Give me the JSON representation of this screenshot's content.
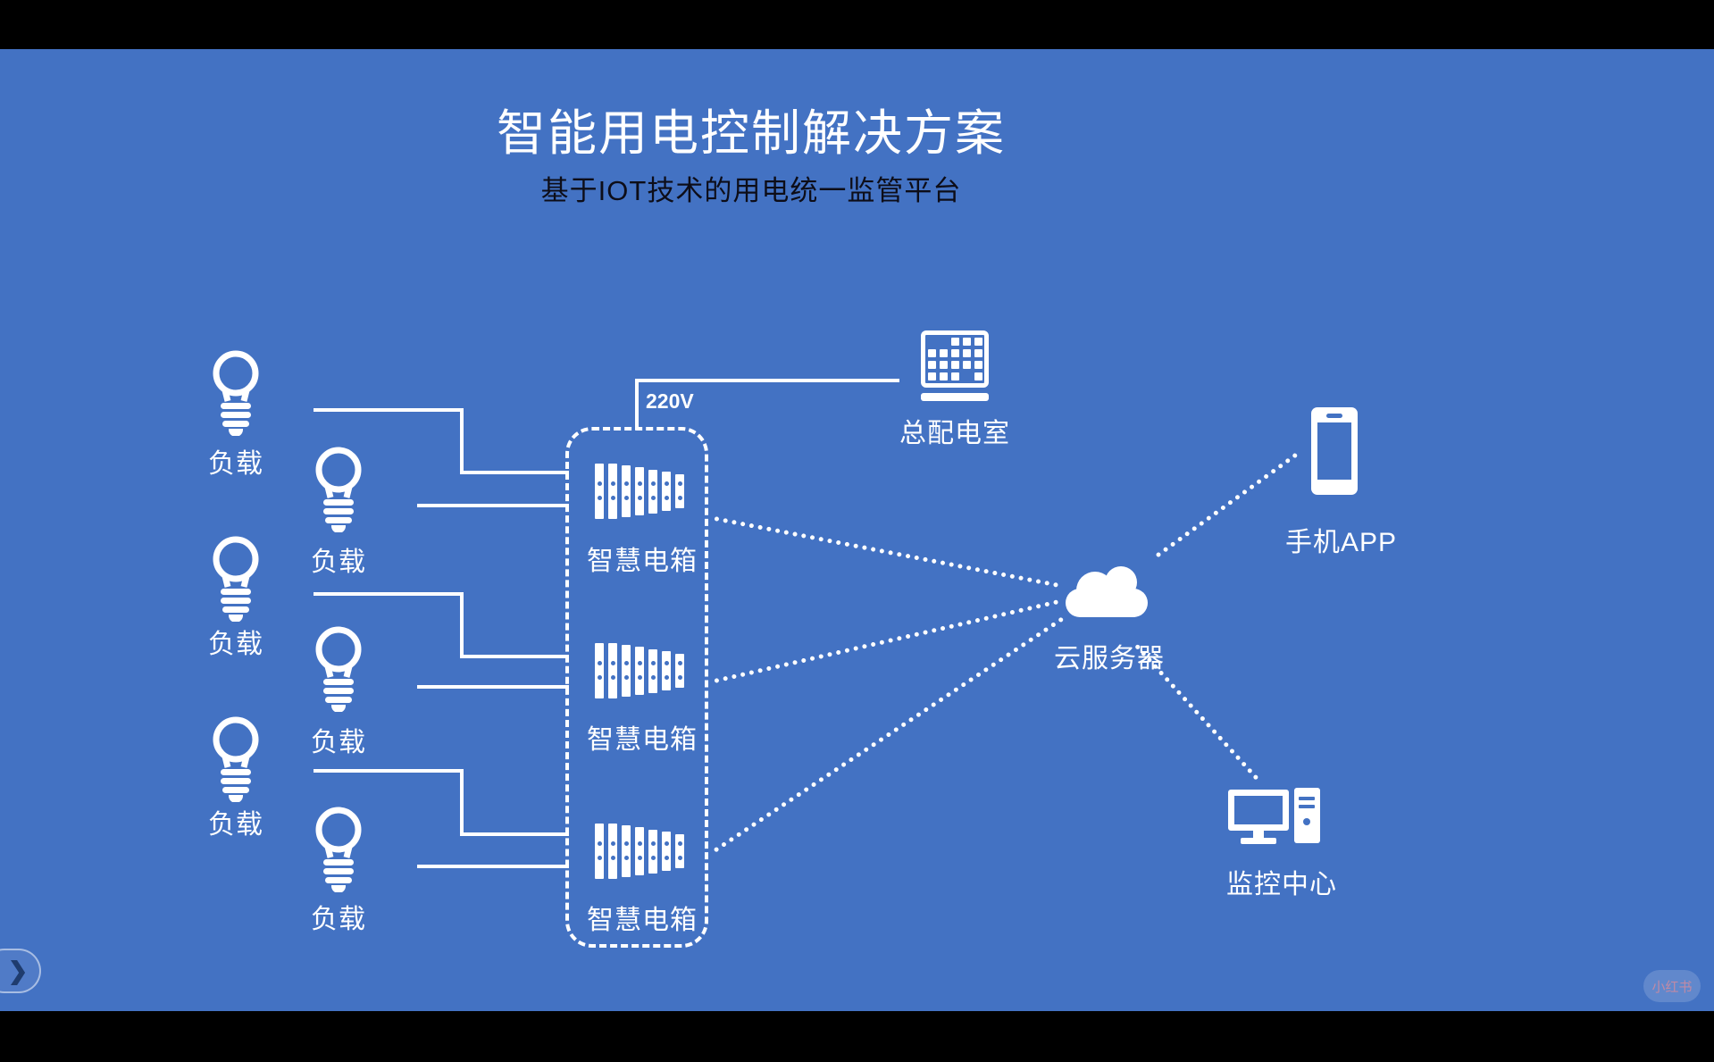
{
  "slide": {
    "title": "智能用电控制解决方案",
    "subtitle": "基于IOT技术的用电统一监管平台"
  },
  "diagram": {
    "voltage_label": "220V",
    "distribution_room_label": "总配电室",
    "cloud_server_label": "云服务器",
    "phone_app_label": "手机APP",
    "monitoring_center_label": "监控中心",
    "smart_boxes": [
      "智慧电箱",
      "智慧电箱",
      "智慧电箱"
    ],
    "loads": [
      "负载",
      "负载",
      "负载",
      "负载",
      "负载",
      "负载"
    ]
  },
  "nav": {
    "next_label": "❯"
  },
  "watermark": {
    "text": "小红书"
  },
  "colors": {
    "background": "#4372C3",
    "letterbox": "#000000",
    "line": "#FFFFFF",
    "title_text": "#FFFFFF",
    "subtitle_text": "#0D0D18",
    "nav_chevron": "#1F3C6E"
  }
}
